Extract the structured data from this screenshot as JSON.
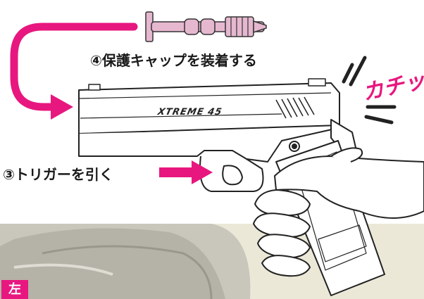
{
  "labels": {
    "step4": "④保護キャップを装着する",
    "step3": "③トリガーを引く",
    "sound_effect": "カチッ",
    "brand": "XTREME 45",
    "corner_badge": "左"
  },
  "colors": {
    "accent": "#e8177f",
    "cap": "#e6b8d0",
    "photo_bg": "#ece8d8",
    "line": "#222222"
  }
}
